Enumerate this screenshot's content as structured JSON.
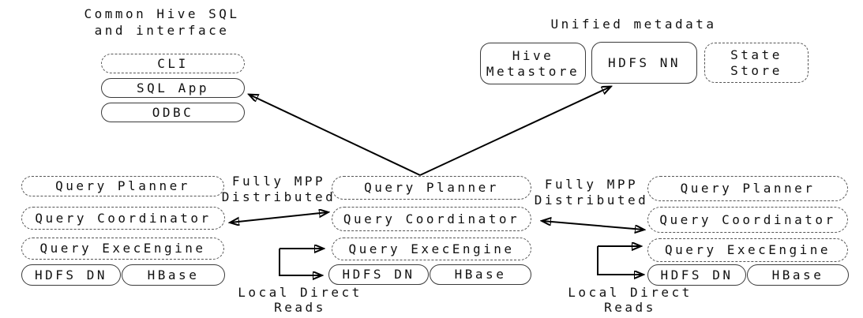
{
  "interface_group": {
    "title": "Common Hive SQL\nand interface",
    "cli": "CLI",
    "sql_app": "SQL App",
    "odbc": "ODBC"
  },
  "metadata_group": {
    "title": "Unified metadata",
    "hive_metastore": "Hive\nMetastore",
    "hdfs_nn": "HDFS NN",
    "state_store": "State\nStore"
  },
  "impalad_columns": [
    {
      "planner": "Query Planner",
      "coordinator": "Query Coordinator",
      "exec_engine": "Query ExecEngine",
      "hdfs_dn": "HDFS DN",
      "hbase": "HBase"
    },
    {
      "planner": "Query Planner",
      "coordinator": "Query Coordinator",
      "exec_engine": "Query ExecEngine",
      "hdfs_dn": "HDFS DN",
      "hbase": "HBase"
    },
    {
      "planner": "Query Planner",
      "coordinator": "Query Coordinator",
      "exec_engine": "Query ExecEngine",
      "hdfs_dn": "HDFS DN",
      "hbase": "HBase"
    }
  ],
  "annotations": {
    "fully_mpp_left": "Fully MPP\nDistributed",
    "fully_mpp_right": "Fully MPP\nDistributed",
    "local_reads_center": "Local Direct\nReads",
    "local_reads_right": "Local Direct\nReads"
  },
  "colors": {
    "background": "#ffffff",
    "text": "#111111",
    "border": "#3a3a3a",
    "arrow": "#000000"
  }
}
